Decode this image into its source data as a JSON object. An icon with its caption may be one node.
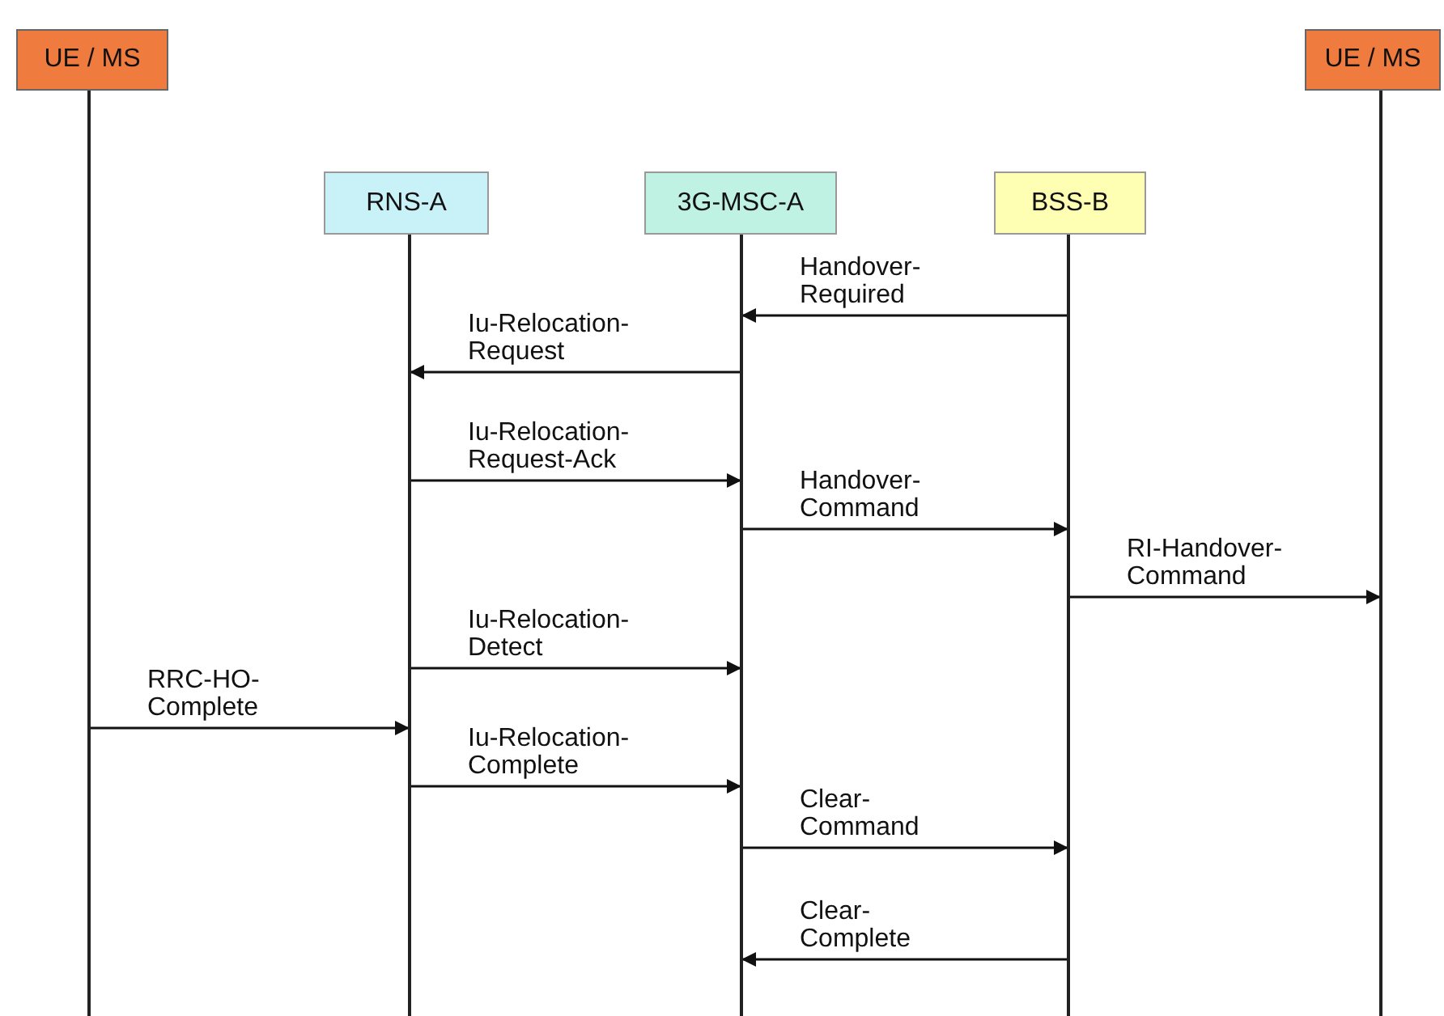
{
  "diagram": {
    "nodes": [
      {
        "text": [
          "UE / MS"
        ]
      },
      {
        "text": [
          "RNS-A"
        ]
      },
      {
        "text": [
          "3G-MSC-A"
        ]
      },
      {
        "text": [
          "BSS-B"
        ]
      },
      {
        "text": [
          "UE / MS"
        ]
      }
    ],
    "edges": [
      {
        "from": 3,
        "to": 2,
        "arrow": "to",
        "label": "Handover- Required"
      },
      {
        "from": 2,
        "to": 1,
        "arrow": "to",
        "label": "Iu-Relocation- Request"
      },
      {
        "from": 1,
        "to": 2,
        "arrow": "to",
        "label": "Iu-Relocation- Request-Ack"
      },
      {
        "from": 2,
        "to": 3,
        "arrow": "to",
        "label": "Handover- Command"
      },
      {
        "from": 3,
        "to": 4,
        "arrow": "to",
        "label": "RI-Handover- Command"
      },
      {
        "from": 1,
        "to": 2,
        "arrow": "to",
        "label": "Iu-Relocation- Detect"
      },
      {
        "from": 0,
        "to": 1,
        "arrow": "to",
        "label": "RRC-HO- Complete"
      },
      {
        "from": 1,
        "to": 2,
        "arrow": "to",
        "label": "Iu-Relocation- Complete"
      },
      {
        "from": 2,
        "to": 3,
        "arrow": "to",
        "label": "Clear- Command"
      },
      {
        "from": 3,
        "to": 2,
        "arrow": "to",
        "label": "Clear- Complete"
      }
    ]
  }
}
